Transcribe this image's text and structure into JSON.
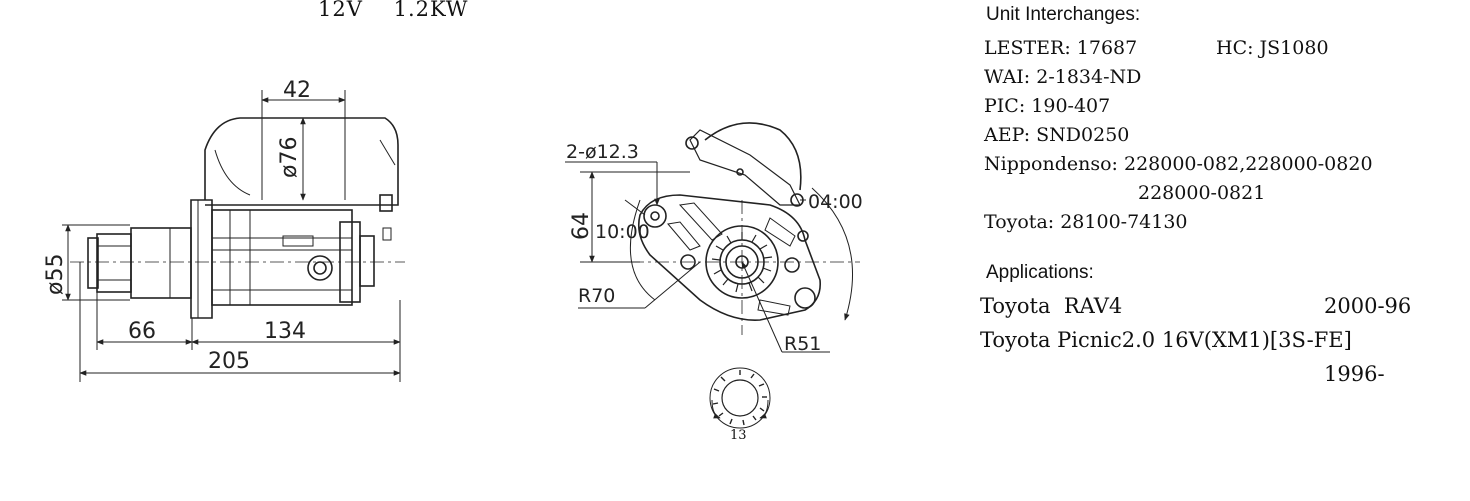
{
  "spec": {
    "voltage": "12V",
    "power": "1.2KW"
  },
  "dimensions": {
    "top_width": "42",
    "body_diameter": "ø76",
    "nose_diameter": "ø55",
    "nose_length": "66",
    "body_length": "134",
    "overall_length": "205",
    "bolt_holes": "2-ø12.3",
    "bolt_spacing": "64",
    "angle_left": "10:00",
    "angle_right": "04:00",
    "radius_outer": "R70",
    "radius_inner": "R51"
  },
  "gear": {
    "teeth": "13"
  },
  "interchanges": {
    "heading": "Unit Interchanges:",
    "lester": "LESTER: 17687",
    "hc": "HC: JS1080",
    "wai": "WAI: 2-1834-ND",
    "pic": "PIC: 190-407",
    "aep": "AEP: SND0250",
    "nippondenso_1": "Nippondenso: 228000-082,228000-0820",
    "nippondenso_2": "228000-0821",
    "toyota": "Toyota: 28100-74130"
  },
  "applications": {
    "heading": "Applications:",
    "items": [
      {
        "vehicle": "Toyota  RAV4",
        "years": "2000-96"
      },
      {
        "vehicle": "Toyota Picnic2.0 16V(XM1)[3S-FE]",
        "years": "1996-"
      }
    ]
  }
}
